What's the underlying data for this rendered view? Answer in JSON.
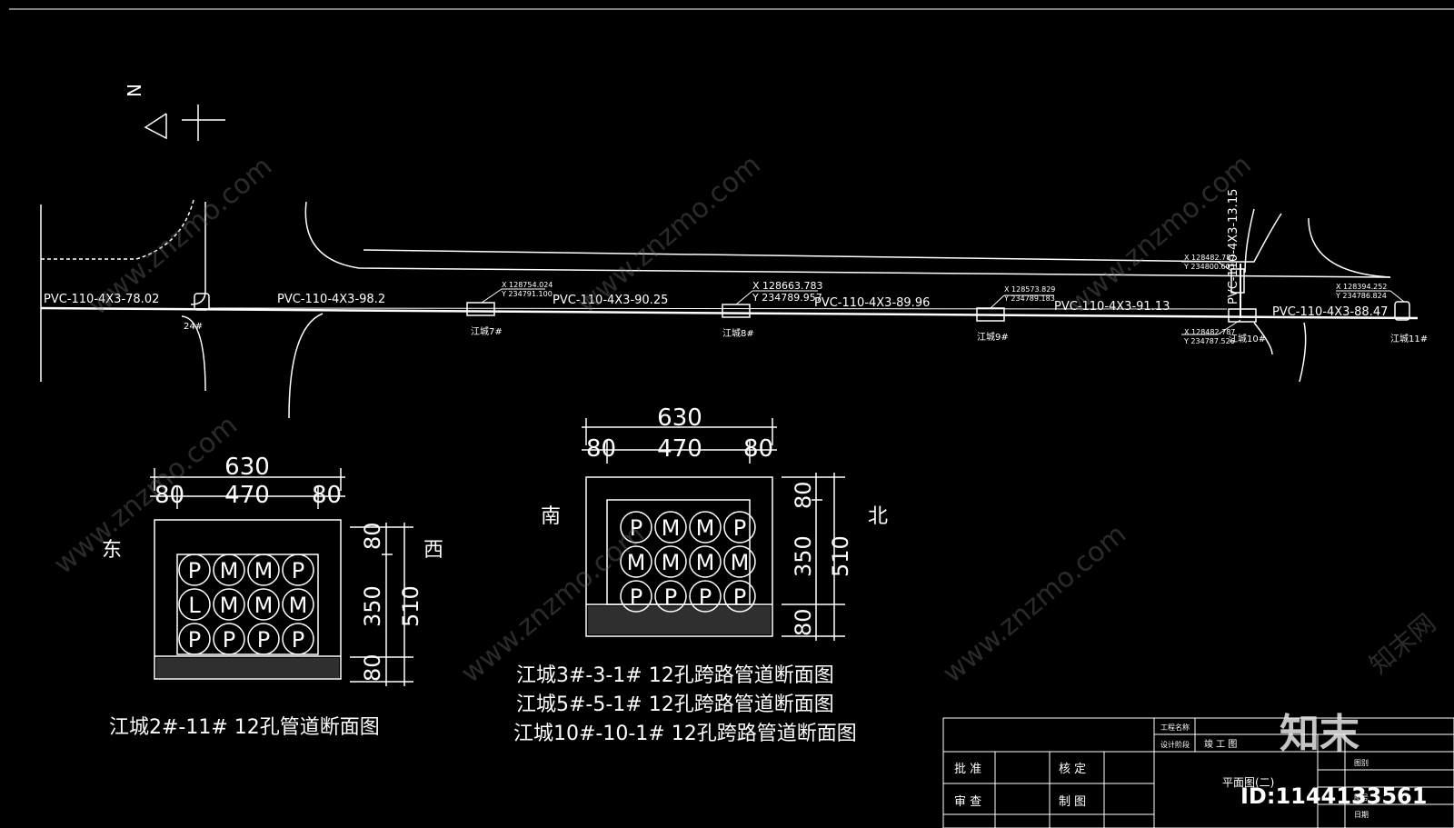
{
  "plan": {
    "pipe_labels": [
      "PVC-110-4X3-78.02",
      "PVC-110-4X3-98.2",
      "PVC-110-4X3-90.25",
      "PVC-110-4X3-89.96",
      "PVC-110-4X3-91.13",
      "PVC-110-4X3-88.47"
    ],
    "vertical_pipe_label": "PVC-110-4X3-13.15",
    "wells": [
      "24#",
      "江城7#",
      "江城8#",
      "江城9#",
      "江城10#",
      "江城11#"
    ],
    "coords": [
      {
        "x": "X 128754.024",
        "y": "Y 234791.100"
      },
      {
        "x": "X 128663.783",
        "y": "Y 234789.957"
      },
      {
        "x": "X 128573.829",
        "y": "Y 234789.183"
      },
      {
        "x": "X 128482.787",
        "y": "Y 234800.605"
      },
      {
        "x": "X 128482.787",
        "y": "Y 234787.526"
      },
      {
        "x": "X 128394.252",
        "y": "Y 234786.824"
      }
    ],
    "north": "N"
  },
  "section1": {
    "width_total": "630",
    "left": "80",
    "mid": "470",
    "right": "80",
    "v_top": "80",
    "v_mid": "350",
    "v_bot": "80",
    "v_total": "510",
    "west_side": "东",
    "east_side": "西",
    "rows": [
      [
        "P",
        "M",
        "M",
        "P"
      ],
      [
        "L",
        "M",
        "M",
        "M"
      ],
      [
        "P",
        "P",
        "P",
        "P"
      ]
    ],
    "caption": "江城2#-11#  12孔管道断面图"
  },
  "section2": {
    "width_total": "630",
    "left": "80",
    "mid": "470",
    "right": "80",
    "v_top": "80",
    "v_mid": "350",
    "v_bot": "80",
    "v_total": "510",
    "west_side": "南",
    "east_side": "北",
    "rows": [
      [
        "P",
        "M",
        "M",
        "P"
      ],
      [
        "M",
        "M",
        "M",
        "M"
      ],
      [
        "P",
        "P",
        "P",
        "P"
      ]
    ],
    "captions": [
      "江城3#-3-1#  12孔跨路管道断面图",
      "江城5#-5-1#  12孔跨路管道断面图",
      "江城10#-10-1#  12孔跨路管道断面图"
    ]
  },
  "title_block": {
    "approve": "批 准",
    "check": "核 定",
    "review": "审 查",
    "draw": "制 图",
    "project_name": "工程名称",
    "design_stage": "设计阶段",
    "stage_value": "竣  工  图",
    "drawing_title": "平面图(二)",
    "fields": [
      "图别",
      "图号",
      "日期"
    ]
  },
  "watermark": {
    "site": "www.znzmo.com",
    "brand": "知末",
    "brand_cn": "知末网",
    "id": "ID:1144133561"
  }
}
